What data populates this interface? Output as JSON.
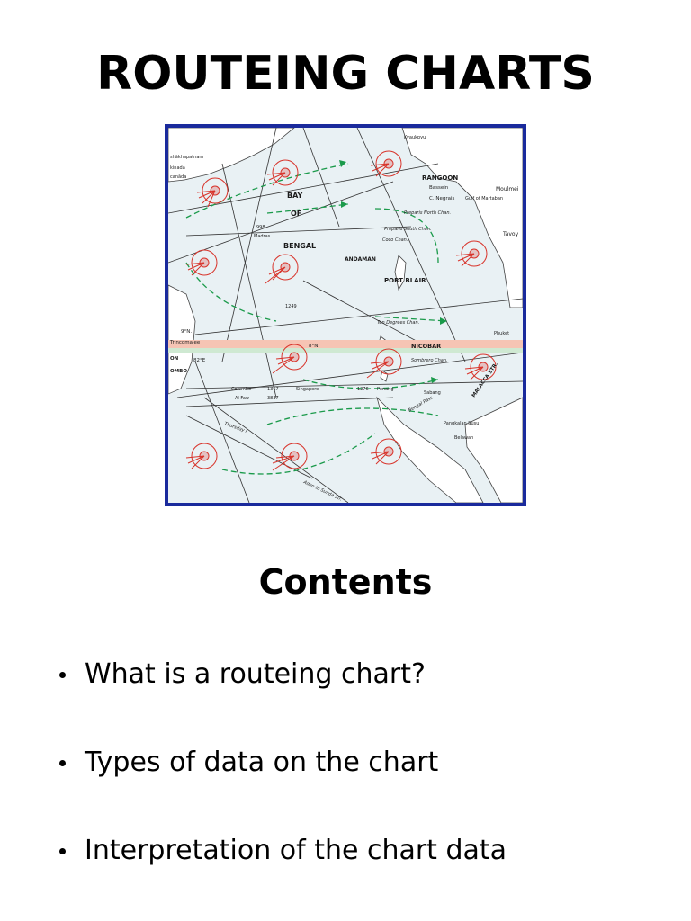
{
  "slide": {
    "title": "ROUTEING CHARTS",
    "contents_heading": "Contents",
    "bullets": [
      "What is a routeing chart?",
      "Types of data on the chart",
      "Interpretation of the chart data"
    ]
  },
  "map": {
    "labels": {
      "bay": "BAY",
      "of": "OF",
      "bengal": "BENGAL",
      "rangoon": "RANGOON",
      "andaman": "ANDAMAN",
      "port_blair": "PORT BLAIR",
      "nicobar": "NICOBAR",
      "bassein": "Bassein",
      "moulmein": "Moulmei",
      "gulf_martaban": "Gulf of Martaban",
      "c_negrais": "C. Negrais",
      "preparis_north": "Preparis North Chan.",
      "preparis_south": "Preparis South Chan.",
      "coco": "Coco Chan.",
      "ten_degrees": "Ten Degrees Chan.",
      "sombrero": "Sombrero Chan.",
      "trincomalee": "Trincomalee",
      "colombo": "Colombo",
      "penang": "Penang",
      "singapore": "Singapore",
      "sabang": "Sabang",
      "madras": "Madras",
      "al_faw": "Al Faw",
      "tavoy": "Tavoy",
      "phuket": "Phuket",
      "pangkalan_susu": "Pangkalan Susu",
      "belawan": "Belawan",
      "malacca": "MALACCA STR.",
      "lat_8n": "8°N.",
      "lat_9n": "9°N.",
      "kyaukpyu": "Kyaukpyu",
      "vishakhapatnam": "shākhapatnam",
      "kinada": "kinada",
      "canada": "canāda",
      "aden_sunda": "Aden to Sunda Str.",
      "thursday": "Thursday I.",
      "bengal_pass": "Bengal Pass.",
      "dist_1367": "1367",
      "dist_3837": "3837",
      "dist_1276": "1276",
      "dist_1249": "1249",
      "dist_998": "998",
      "ombo": "OMBO",
      "on": "ON",
      "lon_82e": "82°E"
    }
  }
}
